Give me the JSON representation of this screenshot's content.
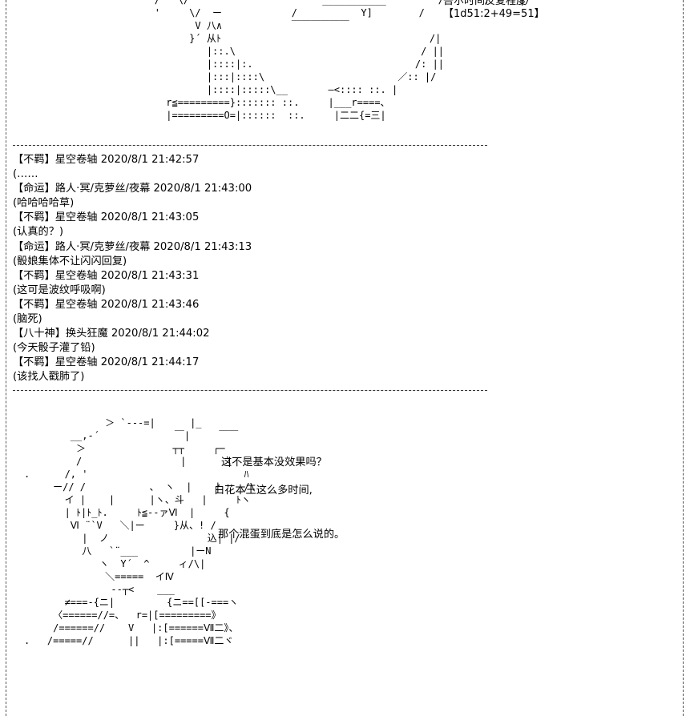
{
  "top_right_text": [
    "吾尔时间反复程度",
    "【1d51:2+49=51】"
  ],
  "top_art": "        /   \\/ '                     ___________         /       /     |/\n        '     \\/  ー            /           Y]        /\n               V 八∧            ￣￣￣￣￣￣\n              }´ 从ﾄ                                    /|\n                 |::.\\                                / ||\n                 |::::|:.                            /: ||\n                 |:::|::::\\                       ／:: |/\n                 |::::|:::::\\__       ―<:::: ::. |\n          r≦=========}::::::: ::.     |___r====、\n          |=========O=|::::::  ::.     |二二{=三|",
  "chat": [
    {
      "text": "【不羁】星空卷轴 2020/8/1 21:42:57"
    },
    {
      "text": "(……"
    },
    {
      "text": "【命运】路人·冥/克萝丝/夜幕 2020/8/1 21:43:00"
    },
    {
      "text": "(哈哈哈哈草)"
    },
    {
      "text": "【不羁】星空卷轴 2020/8/1 21:43:05"
    },
    {
      "text": "(认真的？)"
    },
    {
      "text": "【命运】路人·冥/克萝丝/夜幕 2020/8/1 21:43:13"
    },
    {
      "text": "(骰娘集体不让闪闪回复)"
    },
    {
      "text": "【不羁】星空卷轴 2020/8/1 21:43:31"
    },
    {
      "text": "(这可是波纹呼吸啊)"
    },
    {
      "text": "【不羁】星空卷轴 2020/8/1 21:43:46"
    },
    {
      "text": "(脑死)"
    },
    {
      "text": "【八十神】换头狂魔 2020/8/1 21:44:02"
    },
    {
      "text": "(今天骰子灌了铅)"
    },
    {
      "text": "【不羁】星空卷轴 2020/8/1 21:44:17"
    },
    {
      "text": "(该找人戳肺了)"
    }
  ],
  "bottom_art": "              ＞ `---=|      |_\n        __,-´             ￣|     ￣￣\n         ＞               ┬┬     ┌─\n         /                 |       |\n.      /, '                           ﾊ\n     ー// /           、 ヽ  |    |    /\\\n       イ |    |      |ヽ、斗   |     ﾄヽ\n       | ﾄ|ﾄ_ﾄ.     ﾄ≦--ァⅥ  |     {\n        Ⅵ ¨`V   ＼|ー     }从、! /\n          |  ノ                 込| |/\n          八   `¨___         |ーN\n             ヽ  Y´  ^     ィ/\\|\n              ＼=====  イⅣ\n               --┬<    ___\n       ≠===-{ニ|         {ニ==[[-===ヽ\n     〈======//=、  r=|[=========》\n     /======//    V   |:[======Ⅶ二》、\n.   /=====//      ||   |:[=====Ⅶ二ヾ",
  "speech": {
    "line1": "这不是基本没效果吗？",
    "line2": "白花本王这么多时间,",
    "line3": "那个混蛋到底是怎么说的。"
  }
}
